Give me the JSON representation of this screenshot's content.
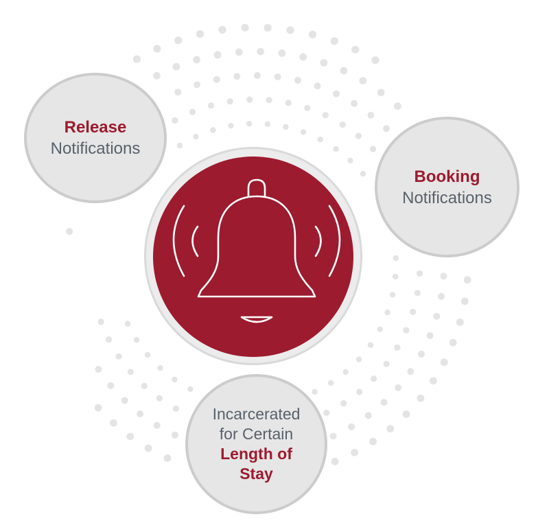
{
  "colors": {
    "accent": "#9c1b2f",
    "text_gray": "#58616b",
    "circle_fill": "#e6e6e6",
    "circle_border": "#cccccc",
    "dot": "#e4e4e4",
    "bell_stroke": "#ffffff"
  },
  "hub": {
    "icon": "bell-ringing-icon"
  },
  "nodes": {
    "release": {
      "accent_text": "Release",
      "text": "Notifications"
    },
    "booking": {
      "accent_text": "Booking",
      "text": "Notifications"
    },
    "length_of_stay": {
      "line1": "Incarcerated",
      "line2": "for Certain",
      "accent_line1": "Length of",
      "accent_line2": "Stay"
    }
  }
}
